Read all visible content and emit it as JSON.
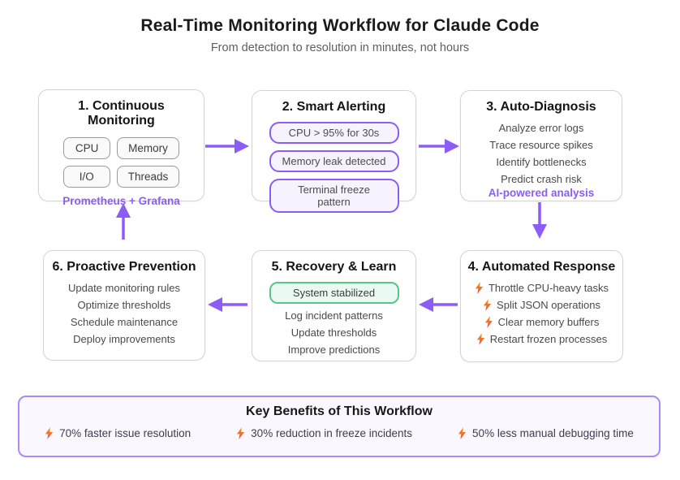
{
  "title": "Real-Time Monitoring Workflow for Claude Code",
  "subtitle": "From detection to resolution in minutes, not hours",
  "colors": {
    "accent_purple": "#8b5cf6",
    "pill_purple_bg": "#f6f2fe",
    "green_border": "#57c785",
    "green_bg": "#eafaf2",
    "benefits_border": "#a78bfa",
    "benefits_bg": "#faf7ff",
    "bolt_orange": "#f59e0b",
    "bolt_red": "#ef4444"
  },
  "boxes": {
    "monitoring": {
      "title": "1. Continuous Monitoring",
      "chips": [
        "CPU",
        "Memory",
        "I/O",
        "Threads"
      ],
      "footer": "Prometheus + Grafana"
    },
    "alerting": {
      "title": "2. Smart Alerting",
      "pills": [
        "CPU > 95% for 30s",
        "Memory leak detected",
        "Terminal freeze pattern"
      ]
    },
    "diagnosis": {
      "title": "3. Auto-Diagnosis",
      "items": [
        "Analyze error logs",
        "Trace resource spikes",
        "Identify bottlenecks",
        "Predict crash risk"
      ],
      "footer": "AI-powered analysis"
    },
    "response": {
      "title": "4. Automated Response",
      "items": [
        "Throttle CPU-heavy tasks",
        "Split JSON operations",
        "Clear memory buffers",
        "Restart frozen processes"
      ]
    },
    "recovery": {
      "title": "5. Recovery & Learn",
      "pill": "System stabilized",
      "items": [
        "Log incident patterns",
        "Update thresholds",
        "Improve predictions"
      ]
    },
    "prevention": {
      "title": "6. Proactive Prevention",
      "items": [
        "Update monitoring rules",
        "Optimize thresholds",
        "Schedule maintenance",
        "Deploy improvements"
      ]
    }
  },
  "benefits": {
    "title": "Key Benefits of This Workflow",
    "items": [
      "70% faster issue resolution",
      "30% reduction in freeze incidents",
      "50% less manual debugging time"
    ]
  }
}
